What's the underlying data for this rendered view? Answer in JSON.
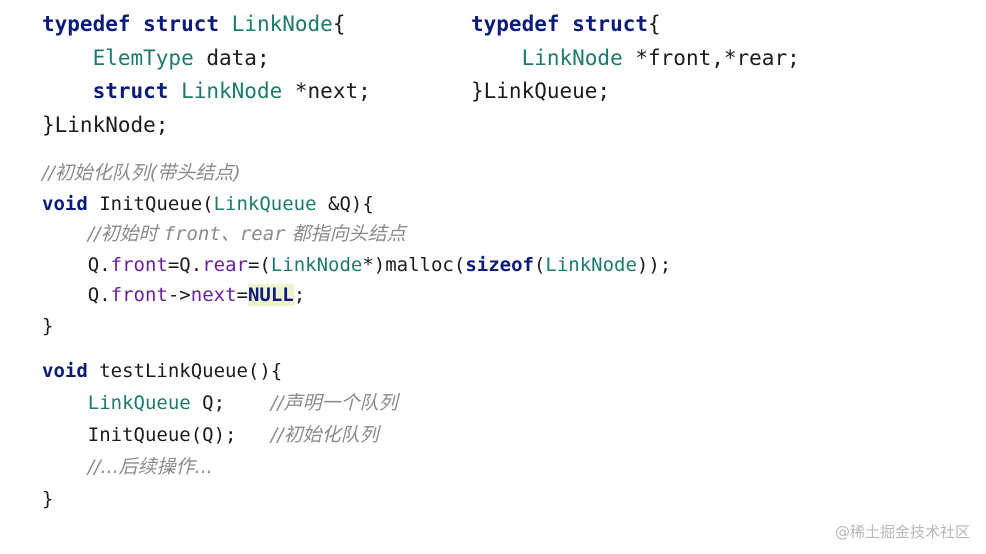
{
  "struct_linknode": {
    "l1_kw": "typedef struct ",
    "l1_name": "LinkNode",
    "l1_brace": "{",
    "l2_indent": "    ",
    "l2_type": "ElemType",
    "l2_rest": " data;",
    "l3_indent": "    ",
    "l3_kw": "struct",
    "l3_sp": " ",
    "l3_type": "LinkNode",
    "l3_rest": " *next;",
    "l4": "}LinkNode;"
  },
  "struct_linkqueue": {
    "l1_kw": "typedef struct",
    "l1_brace": "{",
    "l2_indent": "    ",
    "l2_type": "LinkNode",
    "l2_rest": " *front,*rear;",
    "l3": "}LinkQueue;"
  },
  "init_queue": {
    "comment_head": "//初始化队列(带头结点)",
    "sig_kw": "void",
    "sig_name": " InitQueue(",
    "sig_type": "LinkQueue",
    "sig_rest": " &Q){",
    "body_indent": "    ",
    "comment_a": "//初始时 ",
    "comment_b": "front",
    "comment_c": "、",
    "comment_d": "rear",
    "comment_e": " 都指向头结点",
    "stmt1_a": "Q.",
    "stmt1_front": "front",
    "stmt1_b": "=Q.",
    "stmt1_rear": "rear",
    "stmt1_c": "=(",
    "stmt1_type": "LinkNode",
    "stmt1_d": "*)malloc(",
    "stmt1_kw": "sizeof",
    "stmt1_e": "(",
    "stmt1_type2": "LinkNode",
    "stmt1_f": "));",
    "stmt2_a": "Q.",
    "stmt2_front": "front",
    "stmt2_b": "->",
    "stmt2_next": "next",
    "stmt2_c": "=",
    "stmt2_null": "NULL",
    "stmt2_d": ";",
    "close": "}"
  },
  "test_queue": {
    "sig_kw": "void",
    "sig_rest": " testLinkQueue(){",
    "body_indent": "    ",
    "decl_type": "LinkQueue",
    "decl_rest": " Q;    ",
    "decl_comment": "//声明一个队列",
    "call": "InitQueue(Q);   ",
    "call_comment": "//初始化队列",
    "rest_comment": "//...后续操作...",
    "close": "}"
  },
  "watermark": "@稀土掘金技术社区"
}
